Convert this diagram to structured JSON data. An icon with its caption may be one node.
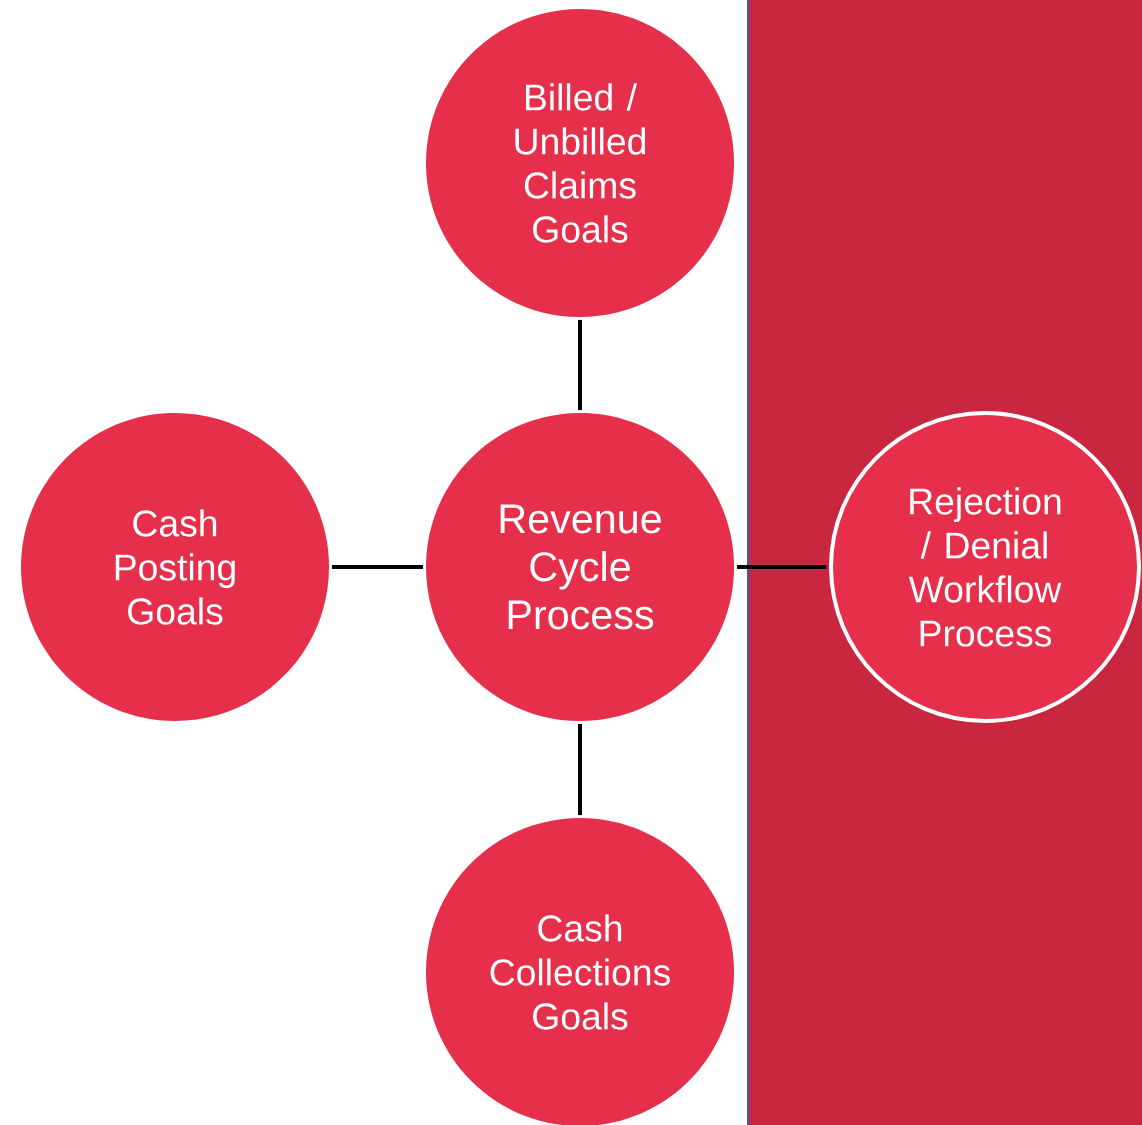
{
  "diagram": {
    "nodes": [
      {
        "text": [
          "Billed / Unbilled Claims Goals"
        ]
      },
      {
        "text": [
          "Cash Posting Goals"
        ]
      },
      {
        "text": [
          "Revenue Cycle Process"
        ]
      },
      {
        "text": [
          "Rejection / Denial Workflow Process"
        ]
      },
      {
        "text": [
          "Cash Collections Goals"
        ]
      }
    ],
    "edges": [
      {
        "from": 2,
        "to": 0,
        "arrow": "none"
      },
      {
        "from": 1,
        "to": 2,
        "arrow": "none"
      },
      {
        "from": 2,
        "to": 3,
        "arrow": "none"
      },
      {
        "from": 2,
        "to": 4,
        "arrow": "none"
      }
    ]
  }
}
